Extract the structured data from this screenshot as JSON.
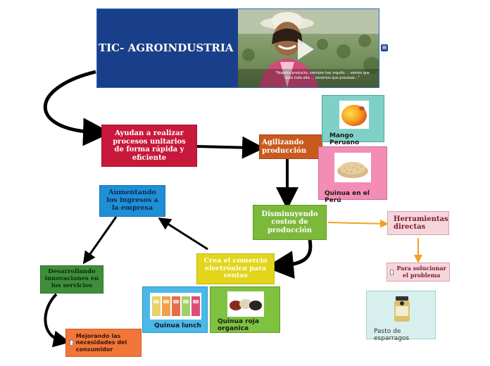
{
  "title": {
    "text": "TIC- AGROINDUSTRIA"
  },
  "video": {
    "caption": "\"Nuestro producto, siempre hay orgullo ... vemos que está toda alta ... tenemos que procesar...\""
  },
  "nodes": {
    "ayudan": "Ayudan a realizar procesos unitarios de forma rápida y eficiente",
    "agilizando": "Agilizando producción",
    "disminuyendo": "Disminuyendo costos de producción",
    "aumentando": "Aumentando los ingresos a la empresa",
    "crea": "Crea el comercio electrónico para ventas",
    "desarrollando": "Desarrollando innovaciones en los servicios",
    "mejorando": "Mejorando las necesidades del consumidor",
    "herramientas": "Herramientas directas",
    "para": "Para solucionar el problema"
  },
  "cards": {
    "mango": "Mango Peruano",
    "quinua_peru": "Quinua en el Perú",
    "quinua_lunch": "Quinua lunch",
    "quinua_roja": "Quinua roja organica",
    "pasto": "Pasto de esparragos"
  },
  "colors": {
    "title_bg": "#1a3f8a",
    "ayudan": "#c8193c",
    "agilizando": "#c95a1e",
    "disminuyendo": "#7cb83a",
    "aumentando": "#1f8fd6",
    "crea": "#e3d51a",
    "desarrollando": "#3e8f3a",
    "mejorando": "#f0763a",
    "herramientas": "#f5d6dc",
    "mango_card": "#7fd1c8",
    "quinua_peru_card": "#f38db5",
    "quinua_lunch_card": "#4bb8ea",
    "quinua_roja_card": "#7fc23f",
    "pasto_card": "#d7f0ee"
  }
}
